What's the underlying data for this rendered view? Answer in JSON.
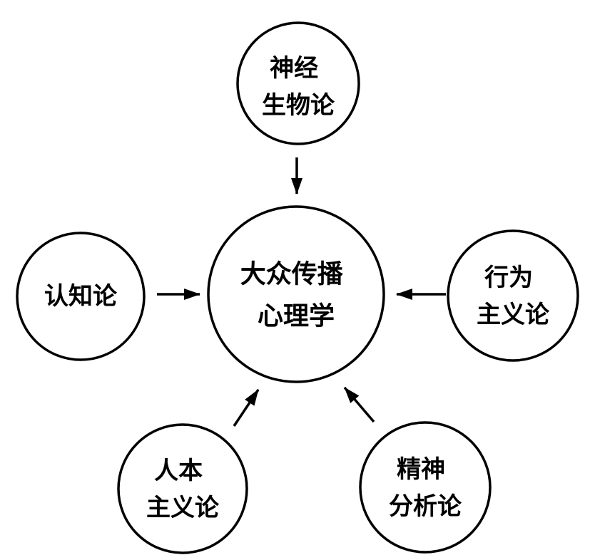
{
  "diagram": {
    "description": "Five psychology theory schools pointing to mass communication psychology",
    "center_node": {
      "line1": "大众传播",
      "line2": "心理学"
    },
    "nodes": {
      "top": {
        "line1": "神经",
        "line2": "生物论"
      },
      "left": {
        "line1": "认知论"
      },
      "right": {
        "line1": "行为",
        "line2": "主义论"
      },
      "bottom_left": {
        "line1": "人本",
        "line2": "主义论"
      },
      "bottom_right": {
        "line1": "精神",
        "line2": "分析论"
      }
    },
    "edges": [
      {
        "from": "神经生物论",
        "to": "大众传播心理学",
        "direction": "down"
      },
      {
        "from": "认知论",
        "to": "大众传播心理学",
        "direction": "right"
      },
      {
        "from": "行为主义论",
        "to": "大众传播心理学",
        "direction": "left"
      },
      {
        "from": "人本主义论",
        "to": "大众传播心理学",
        "direction": "up-right"
      },
      {
        "from": "精神分析论",
        "to": "大众传播心理学",
        "direction": "up-left"
      }
    ],
    "colors": {
      "background": "#ffffff",
      "stroke": "#000000",
      "text": "#000000"
    }
  }
}
